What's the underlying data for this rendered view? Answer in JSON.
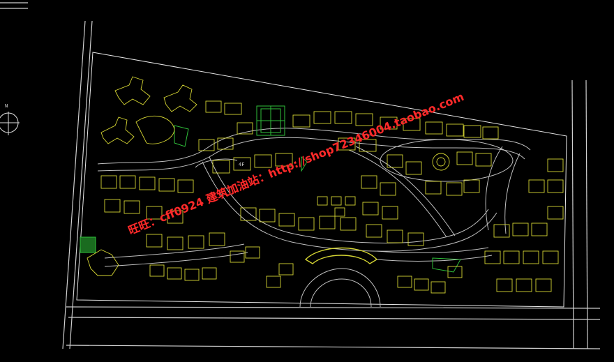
{
  "watermark": {
    "line1": "旺旺：cff0924  建筑加油站：http://shop72346004.taobao.com"
  },
  "compass": {
    "label": "N"
  },
  "block_label": "4F",
  "colors": {
    "background": "#000000",
    "boundary": "#ffffff",
    "roads": "#c8c8c8",
    "buildings": "#d6d633",
    "green": "#2fbf3a",
    "watermark": "#ff2a2a"
  }
}
